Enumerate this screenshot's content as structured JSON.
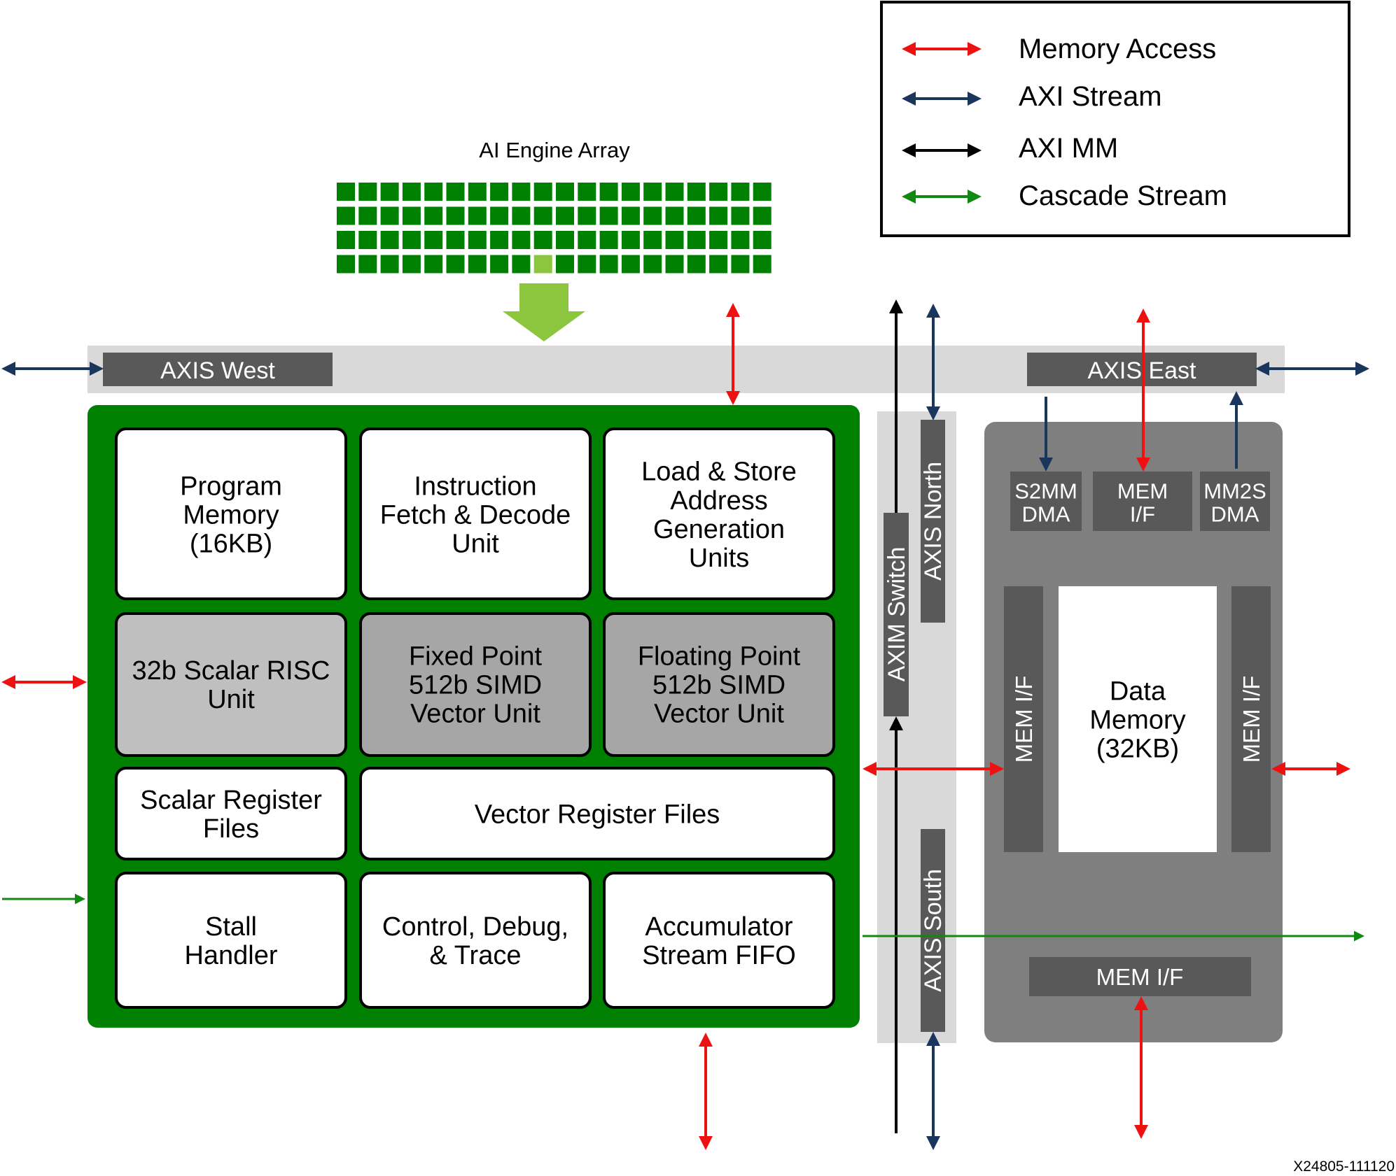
{
  "legend": {
    "items": [
      {
        "label": "Memory Access",
        "color": "#ee1111"
      },
      {
        "label": "AXI Stream",
        "color": "#1b365d"
      },
      {
        "label": "AXI MM",
        "color": "#000000"
      },
      {
        "label": "Cascade Stream",
        "color": "#118811"
      }
    ]
  },
  "array": {
    "title": "AI Engine Array",
    "rows": 4,
    "cols": 20,
    "highlight": {
      "row": 3,
      "col": 9
    }
  },
  "axis": {
    "west": "AXIS West",
    "east": "AXIS East",
    "north": "AXIS North",
    "south": "AXIS South",
    "switch": "AXIM Switch"
  },
  "core": {
    "program_memory": [
      "Program",
      "Memory",
      "(16KB)"
    ],
    "fetch_decode": [
      "Instruction",
      "Fetch & Decode",
      "Unit"
    ],
    "load_store": [
      "Load & Store",
      "Address",
      "Generation",
      "Units"
    ],
    "scalar_risc": [
      "32b Scalar RISC",
      "Unit"
    ],
    "fixed_point": [
      "Fixed Point",
      "512b SIMD",
      "Vector Unit"
    ],
    "floating_point": [
      "Floating Point",
      "512b SIMD",
      "Vector Unit"
    ],
    "scalar_reg": [
      "Scalar Register",
      "Files"
    ],
    "vector_reg": [
      "Vector Register Files"
    ],
    "stall": [
      "Stall",
      "Handler"
    ],
    "control": [
      "Control, Debug,",
      "& Trace"
    ],
    "accum": [
      "Accumulator",
      "Stream FIFO"
    ]
  },
  "memory": {
    "s2mm": [
      "S2MM",
      "DMA"
    ],
    "mem_top": [
      "MEM",
      "I/F"
    ],
    "mm2s": [
      "MM2S",
      "DMA"
    ],
    "mem_left": "MEM I/F",
    "mem_right": "MEM I/F",
    "mem_bottom": "MEM I/F",
    "data_memory": [
      "Data",
      "Memory",
      "(32KB)"
    ]
  },
  "figure_id": "X24805-111120",
  "colors": {
    "green": "#008000",
    "light_green": "#8cc63f",
    "dark_gray": "#595959",
    "mid_gray": "#7f7f7f",
    "light_gray": "#d9d9d9",
    "unit_gray": "#bfbfbf",
    "unit_gray2": "#a6a6a6"
  }
}
